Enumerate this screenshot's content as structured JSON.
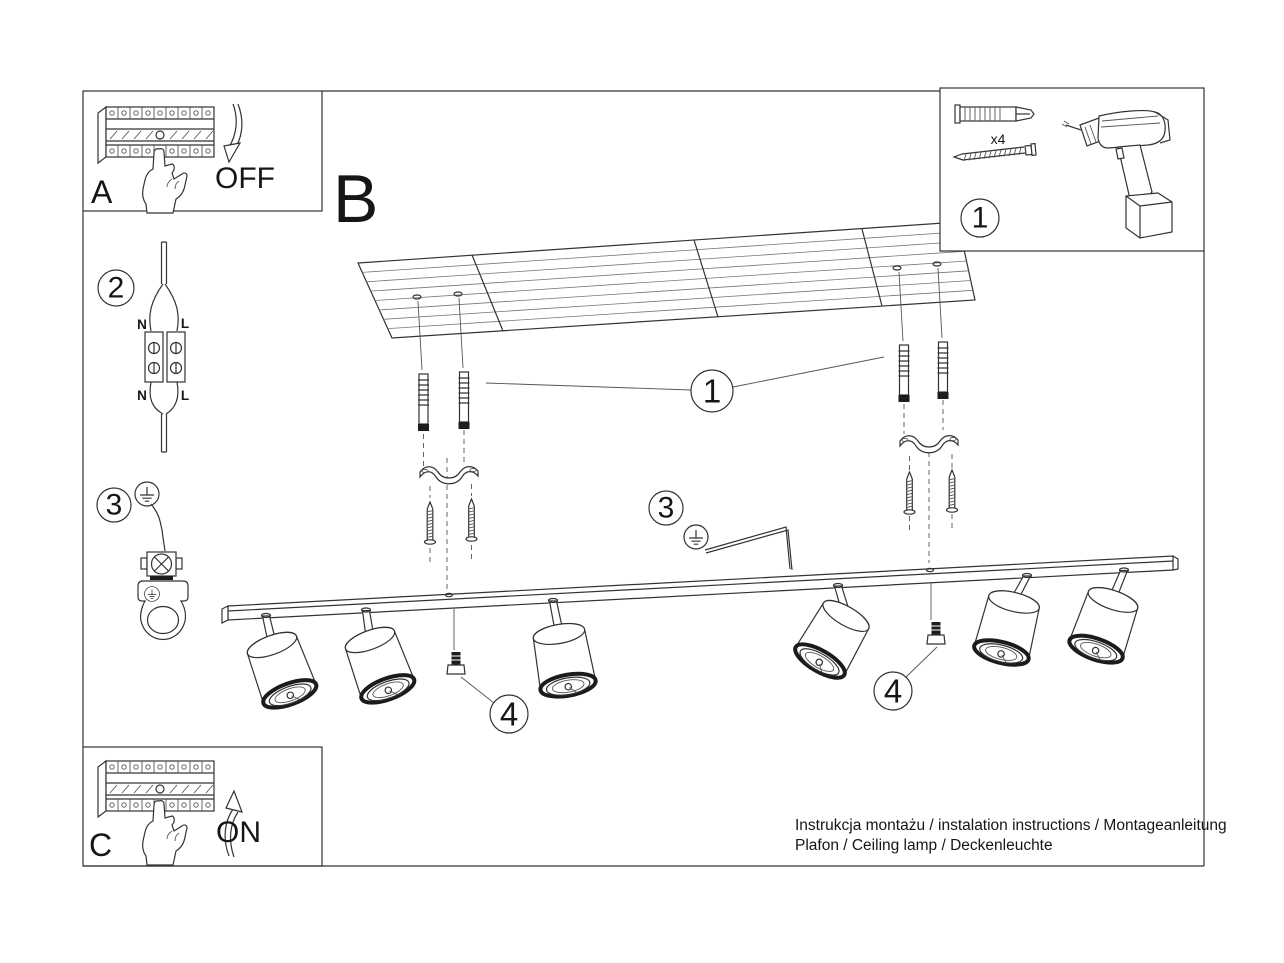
{
  "sheet": {
    "panel_a": {
      "label": "A",
      "action": "OFF"
    },
    "panel_b": {
      "label": "B"
    },
    "panel_c": {
      "label": "C",
      "action": "ON"
    },
    "kit_panel": {
      "number": "1",
      "anchor_count": "x4"
    },
    "callouts": {
      "c1": "1",
      "c2": "2",
      "c3": "3",
      "c4": "4"
    },
    "wire_labels": {
      "neutral": "N",
      "live": "L"
    },
    "footer": {
      "line1": "Instrukcja montażu / instalation instructions / Montageanleitung",
      "line2": "Plafon / Ceiling lamp / Deckenleuchte"
    },
    "colors": {
      "line": "#2e2e2e",
      "background": "#ffffff"
    }
  }
}
